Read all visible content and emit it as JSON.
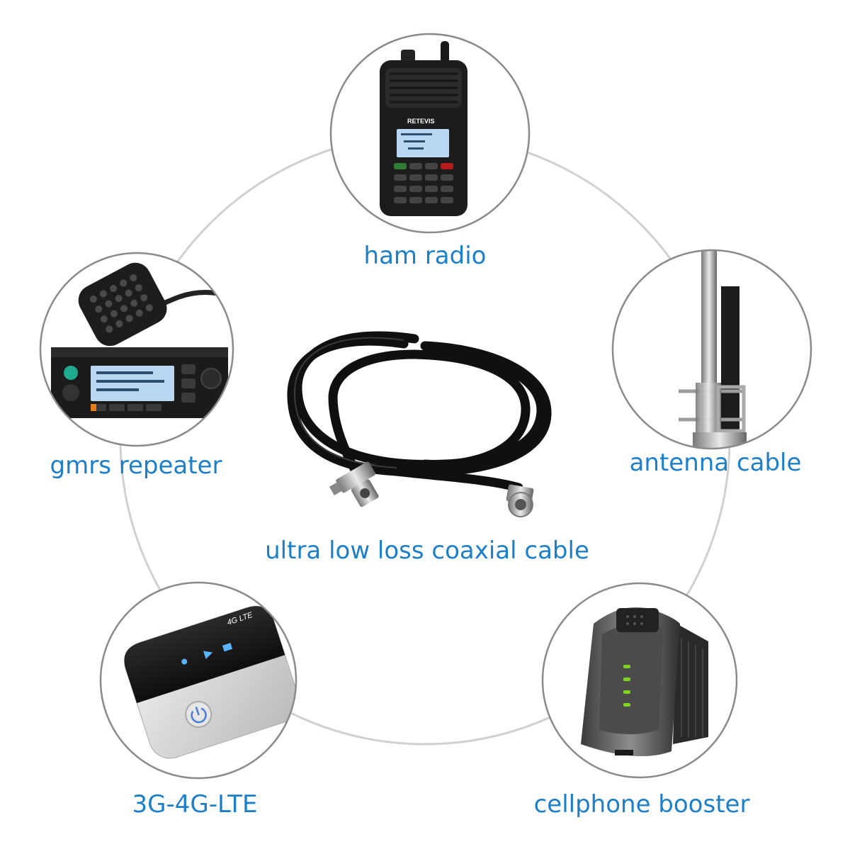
{
  "labels": {
    "ham_radio": "ham radio",
    "gmrs_repeater": "gmrs repeater",
    "antenna_cable": "antenna cable",
    "coaxial_cable": "ultra low loss coaxial cable",
    "lte": "3G-4G-LTE",
    "cellphone_booster": "cellphone booster"
  },
  "logos": {
    "radio_brand": "RETEVIS",
    "lte_badge": "4G LTE"
  },
  "colors": {
    "label_text": "#1c7fc8",
    "ring": "#d0d0d0",
    "circle_border": "#8a8a8a",
    "device_dark": "#1a1a1a",
    "lcd": "#b9d6f2",
    "booster_led": "#7ed321"
  }
}
